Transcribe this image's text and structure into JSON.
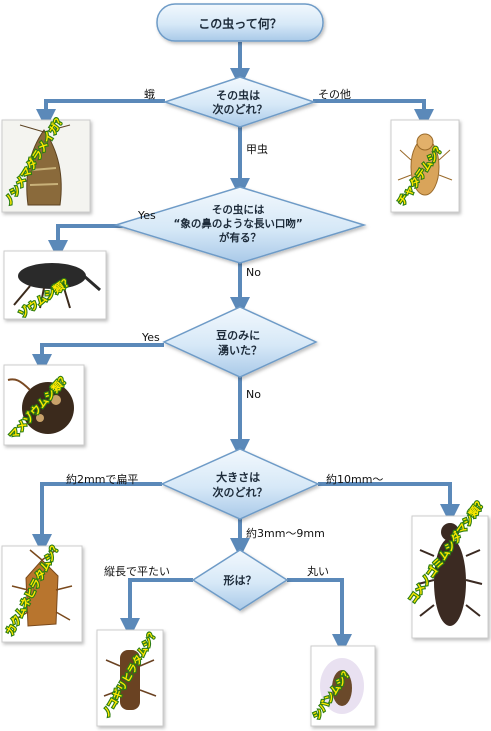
{
  "diagram": {
    "start": "この虫って何？",
    "decisions": {
      "q1": [
        "その虫は",
        "次のどれ？"
      ],
      "q2": [
        "その虫には",
        "“象の鼻のような長い口吻”",
        "が有る？"
      ],
      "q3": [
        "豆のみに",
        "湧いた？"
      ],
      "q4": [
        "大きさは",
        "次のどれ？"
      ],
      "q5": [
        "形は？"
      ]
    },
    "edges": {
      "moth": "蛾",
      "other": "その他",
      "beetle": "甲虫",
      "yes1": "Yes",
      "no1": "No",
      "yes2": "Yes",
      "no2": "No",
      "size_small_flat": "約2mmで扁平",
      "size_10mm": "約10mm～",
      "size_3_9mm": "約3mm～9mm",
      "shape_long_flat": "縦長で平たい",
      "shape_round": "丸い"
    },
    "answers": {
      "moth": "ノシメマダラメイガ？",
      "psocid": "チャタテムシ？",
      "weevil": "ゾウムシ類？",
      "bean_weevil": "マメゾウムシ類？",
      "flat_grain_beetle": "カクムネヒラタムシ？",
      "mealworm": "コメノゴミムシダマシ類？",
      "sawtoothed": "ノコギリヒラタムシ？",
      "drugstore": "シバンムシ？"
    }
  },
  "colors": {
    "node_fill": "#d4e7f6",
    "node_stroke": "#6e9bc7",
    "arrow": "#5b89b9"
  }
}
